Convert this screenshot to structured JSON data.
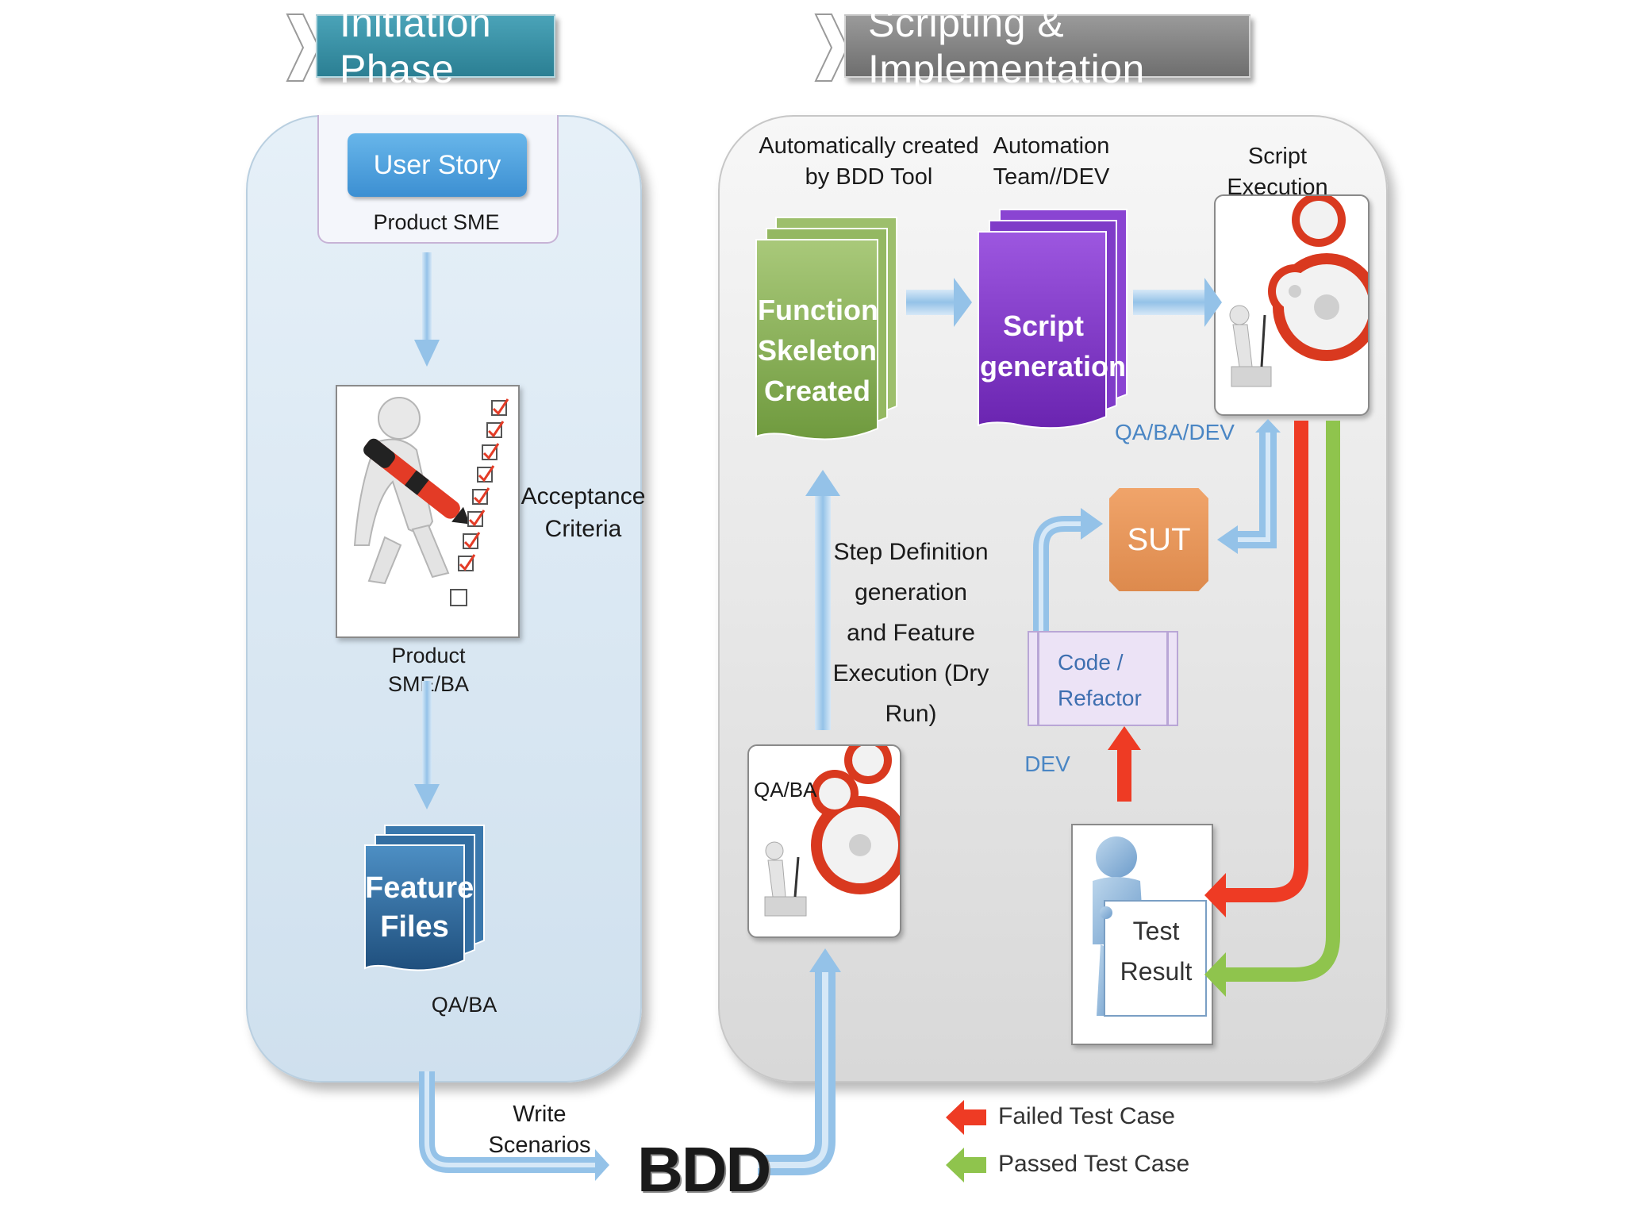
{
  "phases": {
    "initiation": "Initiation Phase",
    "scripting": "Scripting & Implementation"
  },
  "initiation": {
    "user_story": "User Story",
    "user_story_role": "Product SME",
    "acceptance_criteria_line1": "Acceptance",
    "acceptance_criteria_line2": "Criteria",
    "acceptance_role": "Product SME/BA",
    "feature_files_line1": "Feature",
    "feature_files_line2": "Files",
    "feature_role": "QA/BA"
  },
  "flow": {
    "write_scenarios": "Write Scenarios",
    "bdd": "BDD"
  },
  "scripting": {
    "auto_created_line1": "Automatically created",
    "auto_created_line2": "by BDD Tool",
    "skeleton_line1": "Function",
    "skeleton_line2": "Skeleton",
    "skeleton_line3": "Created",
    "automation_line1": "Automation",
    "automation_line2": "Team//DEV",
    "script_gen_line1": "Script",
    "script_gen_line2": "generation",
    "script_execution": "Script Execution",
    "execution_role": "QA/BA/DEV",
    "step_def_line1": "Step Definition",
    "step_def_line2": "generation",
    "step_def_line3": "and Feature",
    "step_def_line4": "Execution (Dry",
    "step_def_line5": "Run)",
    "qa_ba": "QA/BA",
    "sut": "SUT",
    "code_line1": "Code /",
    "code_line2": "Refactor",
    "dev": "DEV",
    "test_line1": "Test",
    "test_line2": "Result"
  },
  "legend": {
    "failed": "Failed Test Case",
    "passed": "Passed Test Case"
  },
  "colors": {
    "teal_header": "#2b7f93",
    "gray_header": "#6e6e6e",
    "arrow_blue": "#9cc7ea",
    "arrow_red": "#ee3b24",
    "arrow_green": "#8fc44d",
    "skeleton_green": "#8db35a",
    "script_purple": "#8a3fcf",
    "feature_blue": "#2f6ea3",
    "sut_orange": "#e8965a"
  }
}
